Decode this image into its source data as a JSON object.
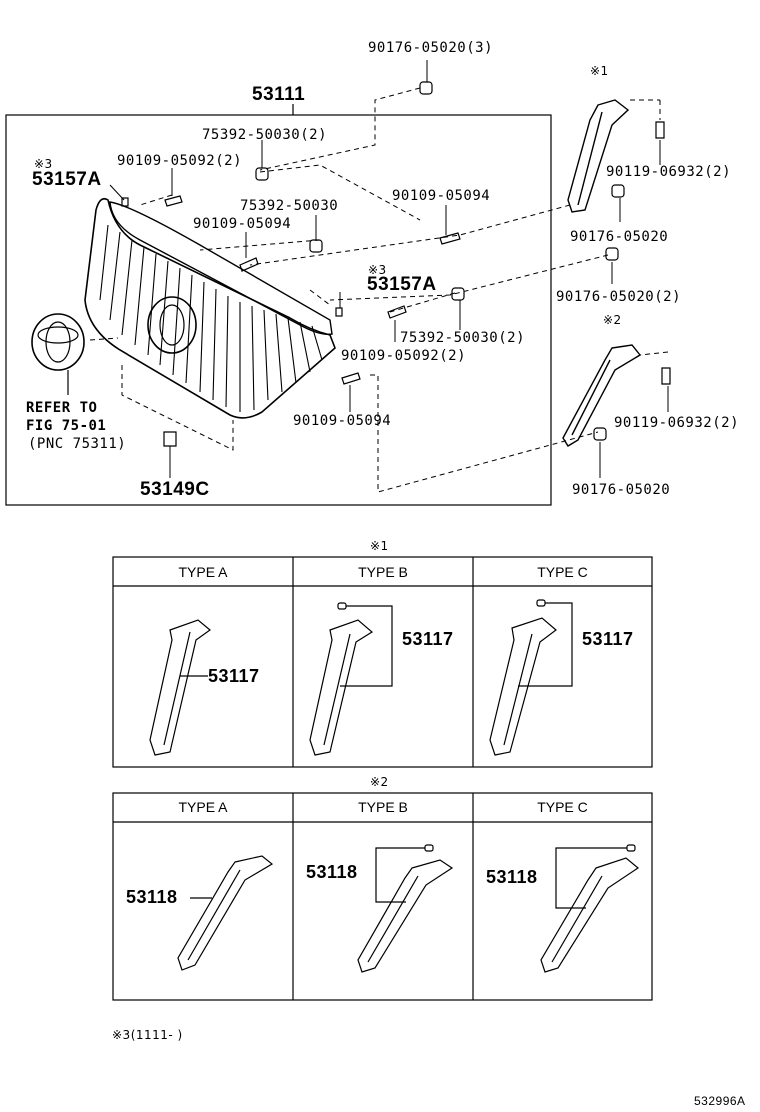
{
  "callouts": {
    "c_90176_3": "90176-05020(3)",
    "c_53111": "53111",
    "c_75392_2a": "75392-50030(2)",
    "c_90109_2a": "90109-05092(2)",
    "c_mark3a": "※3",
    "c_53157a_1": "53157A",
    "c_75392": "75392-50030",
    "c_90109_a": "90109-05094",
    "c_90109_b": "90109-05094",
    "c_mark3b": "※3",
    "c_53157a_2": "53157A",
    "c_75392_2b": "75392-50030(2)",
    "c_90109_2b": "90109-05092(2)",
    "c_90109_c": "90109-05094",
    "c_refer1": "REFER TO",
    "c_refer2": "FIG 75-01",
    "c_refer3": "(PNC 75311)",
    "c_53149c": "53149C",
    "c_mark1": "※1",
    "c_90119_a": "90119-06932(2)",
    "c_90176_a": "90176-05020",
    "c_90176_2": "90176-05020(2)",
    "c_mark2": "※2",
    "c_90119_b": "90119-06932(2)",
    "c_90176_b": "90176-05020"
  },
  "table1": {
    "mark": "※1",
    "headers": [
      "TYPE A",
      "TYPE B",
      "TYPE C"
    ],
    "parts": [
      "53117",
      "53117",
      "53117"
    ]
  },
  "table2": {
    "mark": "※2",
    "headers": [
      "TYPE A",
      "TYPE B",
      "TYPE C"
    ],
    "parts": [
      "53118",
      "53118",
      "53118"
    ]
  },
  "footnote": "※3(1111-    )",
  "figure_code": "532996A"
}
